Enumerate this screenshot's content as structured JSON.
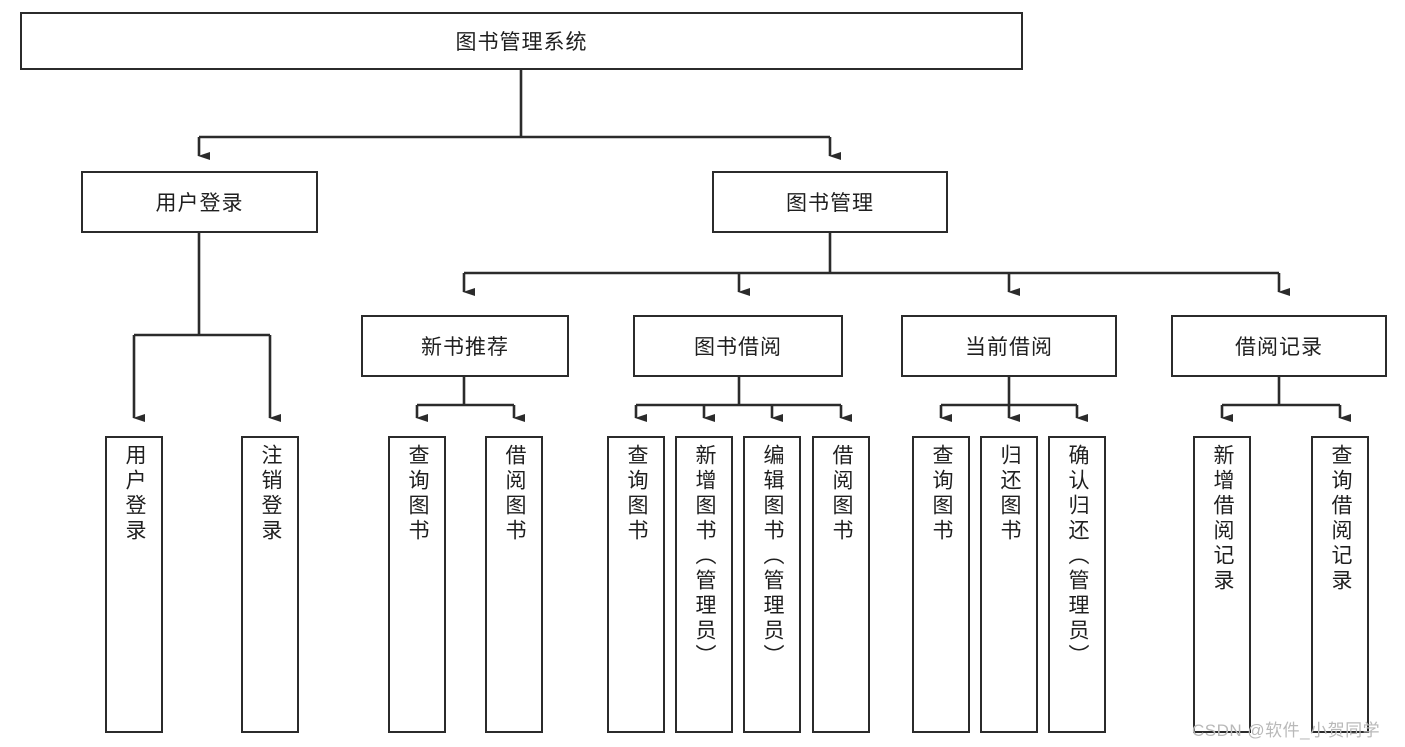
{
  "diagram": {
    "type": "tree-hierarchy",
    "title": "图书管理系统",
    "watermark": "CSDN @软件_小贺同学",
    "colors": {
      "box_border": "#2b2b2b",
      "box_fill": "#ffffff",
      "connector": "#2b2b2b",
      "text": "#1f1f1f",
      "watermark": "#b9b9b9",
      "background": "#ffffff"
    },
    "root": {
      "label": "图书管理系统"
    },
    "level2": [
      {
        "label": "用户登录"
      },
      {
        "label": "图书管理"
      }
    ],
    "level3": [
      {
        "label": "新书推荐"
      },
      {
        "label": "图书借阅"
      },
      {
        "label": "当前借阅"
      },
      {
        "label": "借阅记录"
      }
    ],
    "leaves": {
      "user_login": [
        {
          "label": "用户登录"
        },
        {
          "label": "注销登录"
        }
      ],
      "new_book_recommend": [
        {
          "label": "查询图书"
        },
        {
          "label": "借阅图书"
        }
      ],
      "book_borrow": [
        {
          "label": "查询图书"
        },
        {
          "label": "新增图书（管理员）"
        },
        {
          "label": "编辑图书（管理员）"
        },
        {
          "label": "借阅图书"
        }
      ],
      "current_borrow": [
        {
          "label": "查询图书"
        },
        {
          "label": "归还图书"
        },
        {
          "label": "确认归还（管理员）"
        }
      ],
      "borrow_record": [
        {
          "label": "新增借阅记录"
        },
        {
          "label": "查询借阅记录"
        }
      ]
    }
  }
}
